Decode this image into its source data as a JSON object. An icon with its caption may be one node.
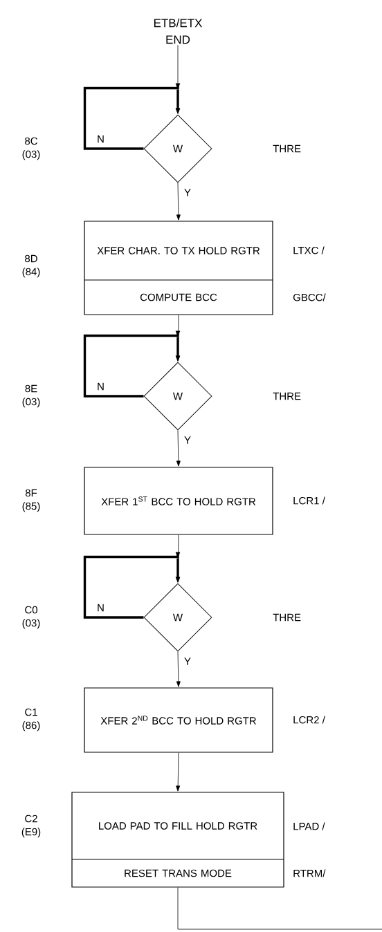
{
  "diagram": {
    "nodes": [
      {
        "text": [
          "ETB/ETX END"
        ]
      },
      {
        "text": [
          "W"
        ]
      },
      {
        "text": [
          "XFER CHAR. TO TX HOLD RGTR",
          "COMPUTE BCC"
        ]
      },
      {
        "text": [
          "W"
        ]
      },
      {
        "text": [
          "XFER 1$^{ST}$ BCC TO HOLD RGTR"
        ]
      },
      {
        "text": [
          "W"
        ]
      },
      {
        "text": [
          "XFER 2$^{ND}$ BCC TO HOLD RGTR"
        ]
      },
      {
        "text": [
          "LOAD PAD TO FILL HOLD RGTR",
          "RESET TRANS MODE"
        ]
      }
    ],
    "edges": [
      {
        "from": 0,
        "to": 1,
        "arrow": "to"
      },
      {
        "from": 1,
        "to": 1,
        "arrow": "to",
        "label": "N",
        "style": "thick"
      },
      {
        "from": 1,
        "to": 2,
        "arrow": "to",
        "label": "Y"
      },
      {
        "from": 2,
        "to": 3,
        "arrow": "to"
      },
      {
        "from": 3,
        "to": 3,
        "arrow": "to",
        "label": "N",
        "style": "thick"
      },
      {
        "from": 3,
        "to": 4,
        "arrow": "to",
        "label": "Y"
      },
      {
        "from": 4,
        "to": 5,
        "arrow": "to"
      },
      {
        "from": 5,
        "to": 5,
        "arrow": "to",
        "label": "N",
        "style": "thick"
      },
      {
        "from": 5,
        "to": 6,
        "arrow": "to",
        "label": "Y"
      },
      {
        "from": 6,
        "to": 7,
        "arrow": "to"
      },
      {
        "from": 7,
        "to": null,
        "arrow": "none"
      }
    ],
    "labels": [
      "8C (03)",
      "THRE",
      "8D (84)",
      "LTXC /",
      "GBCC/",
      "8E (03)",
      "THRE",
      "8F (85)",
      "LCR1 /",
      "C0 (03)",
      "THRE",
      "C1 (86)",
      "LCR2 /",
      "C2 (E9)",
      "LPAD /",
      "RTRM/"
    ]
  }
}
